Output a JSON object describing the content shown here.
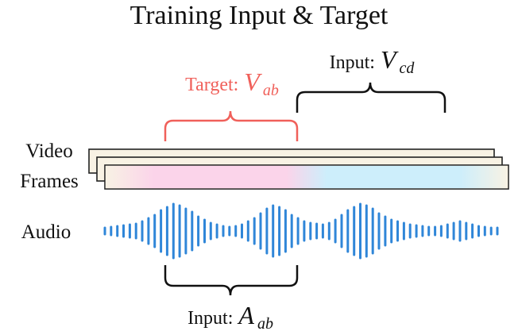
{
  "title": "Training Input & Target",
  "labels": {
    "video": "Video",
    "frames": "Frames",
    "audio": "Audio"
  },
  "brackets": {
    "target": {
      "prefix": "Target:",
      "symbol": "V",
      "sub": "ab"
    },
    "input_video": {
      "prefix": "Input:",
      "symbol": "V",
      "sub": "cd"
    },
    "input_audio": {
      "prefix": "Input:",
      "symbol": "A",
      "sub": "ab"
    }
  },
  "colors": {
    "target": "#f0605a",
    "audio": "#2f86d8",
    "frame_fill": "#f8f2e4",
    "frame_stroke": "#222222",
    "target_region": "#fbd4ea",
    "input_region": "#cdeefb"
  },
  "audio_waveform": {
    "amplitudes": [
      4,
      5,
      6,
      7,
      8,
      9,
      12,
      16,
      20,
      26,
      30,
      34,
      32,
      28,
      24,
      18,
      14,
      10,
      8,
      6,
      5,
      6,
      8,
      12,
      16,
      22,
      28,
      32,
      30,
      26,
      20,
      16,
      12,
      10,
      9,
      8,
      10,
      14,
      20,
      26,
      30,
      34,
      32,
      28,
      22,
      18,
      14,
      12,
      10,
      8,
      7,
      6,
      5,
      5,
      6,
      8,
      10,
      12,
      10,
      8,
      6,
      5,
      4,
      4
    ]
  }
}
